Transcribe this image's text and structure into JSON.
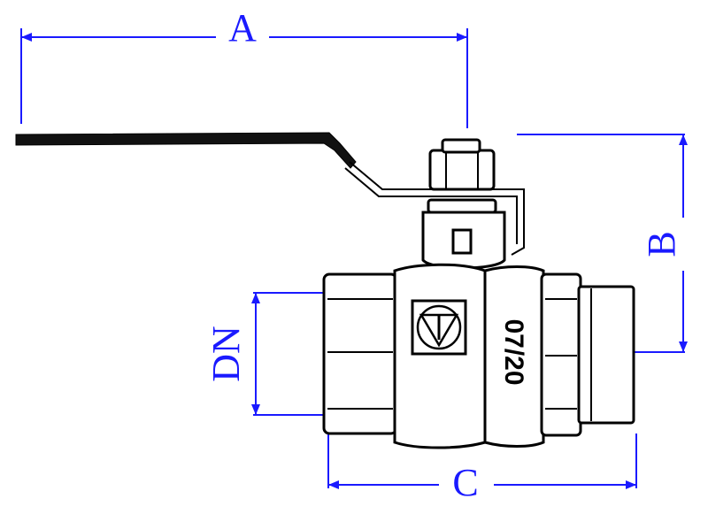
{
  "dimensions": {
    "a": "A",
    "b": "B",
    "c": "C",
    "dn": "DN"
  },
  "valve": {
    "body_marking": "07/20"
  },
  "colors": {
    "dimension": "#1a1aff",
    "outline": "#000000",
    "handle": "#111111"
  },
  "icons": {
    "logo": "triangle-v-logo-icon"
  }
}
